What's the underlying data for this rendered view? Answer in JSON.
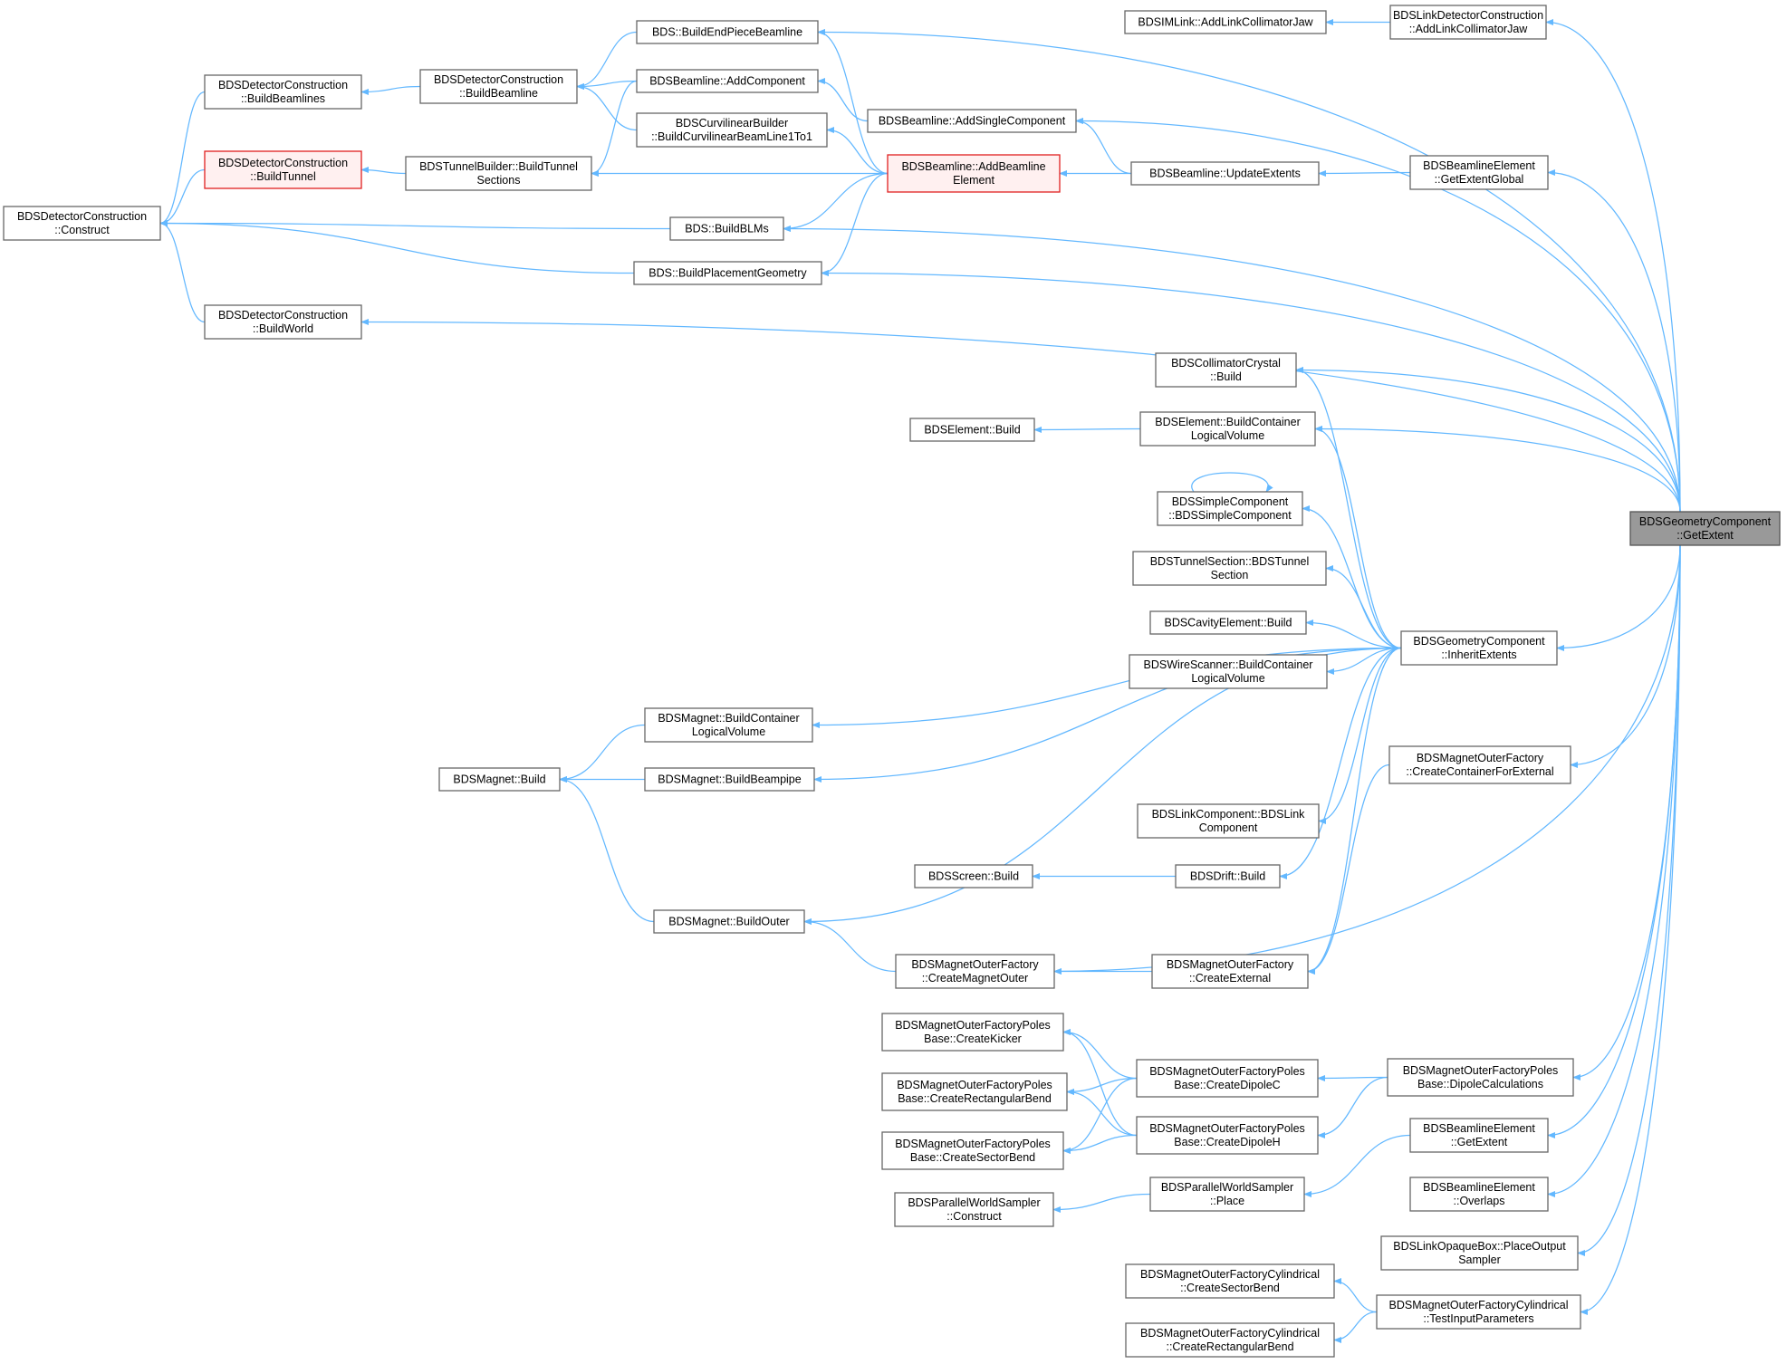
{
  "colors": {
    "edge": "#63b8ff",
    "node_border": "#666666",
    "highlight_border": "#e02020",
    "highlight_fill": "#fff0f0",
    "target_fill": "#999999"
  },
  "nodes": [
    {
      "id": "getextent",
      "lines": [
        "BDSGeometryComponent",
        "::GetExtent"
      ],
      "style": "target"
    },
    {
      "id": "inherit",
      "lines": [
        "BDSGeometryComponent",
        "::InheritExtents"
      ]
    },
    {
      "id": "linkcoll",
      "lines": [
        "BDSLinkDetectorConstruction",
        "::AddLinkCollimatorJaw"
      ]
    },
    {
      "id": "imlink",
      "lines": [
        "BDSIMLink::AddLinkCollimatorJaw"
      ]
    },
    {
      "id": "endpiece",
      "lines": [
        "BDS::BuildEndPieceBeamline"
      ]
    },
    {
      "id": "addcomp",
      "lines": [
        "BDSBeamline::AddComponent"
      ]
    },
    {
      "id": "addsingle",
      "lines": [
        "BDSBeamline::AddSingleComponent"
      ]
    },
    {
      "id": "curvi",
      "lines": [
        "BDSCurvilinearBuilder",
        "::BuildCurvilinearBeamLine1To1"
      ]
    },
    {
      "id": "addbl",
      "lines": [
        "BDSBeamline::AddBeamline",
        "Element"
      ],
      "style": "hl"
    },
    {
      "id": "updext",
      "lines": [
        "BDSBeamline::UpdateExtents"
      ]
    },
    {
      "id": "getextglobal",
      "lines": [
        "BDSBeamlineElement",
        "::GetExtentGlobal"
      ]
    },
    {
      "id": "buildbl",
      "lines": [
        "BDSDetectorConstruction",
        "::BuildBeamline"
      ]
    },
    {
      "id": "buildbls",
      "lines": [
        "BDSDetectorConstruction",
        "::BuildBeamlines"
      ]
    },
    {
      "id": "buildtunnel",
      "lines": [
        "BDSDetectorConstruction",
        "::BuildTunnel"
      ],
      "style": "hl"
    },
    {
      "id": "tunnelsec",
      "lines": [
        "BDSTunnelBuilder::BuildTunnel",
        "Sections"
      ]
    },
    {
      "id": "construct",
      "lines": [
        "BDSDetectorConstruction",
        "::Construct"
      ]
    },
    {
      "id": "blms",
      "lines": [
        "BDS::BuildBLMs"
      ]
    },
    {
      "id": "placement",
      "lines": [
        "BDS::BuildPlacementGeometry"
      ]
    },
    {
      "id": "buildworld",
      "lines": [
        "BDSDetectorConstruction",
        "::BuildWorld"
      ]
    },
    {
      "id": "crystal",
      "lines": [
        "BDSCollimatorCrystal",
        "::Build"
      ]
    },
    {
      "id": "elemcont",
      "lines": [
        "BDSElement::BuildContainer",
        "LogicalVolume"
      ]
    },
    {
      "id": "elembuild",
      "lines": [
        "BDSElement::Build"
      ]
    },
    {
      "id": "simple",
      "lines": [
        "BDSSimpleComponent",
        "::BDSSimpleComponent"
      ]
    },
    {
      "id": "tunsection",
      "lines": [
        "BDSTunnelSection::BDSTunnel",
        "Section"
      ]
    },
    {
      "id": "cavity",
      "lines": [
        "BDSCavityElement::Build"
      ]
    },
    {
      "id": "wire",
      "lines": [
        "BDSWireScanner::BuildContainer",
        "LogicalVolume"
      ]
    },
    {
      "id": "magcont",
      "lines": [
        "BDSMagnet::BuildContainer",
        "LogicalVolume"
      ]
    },
    {
      "id": "magbuild",
      "lines": [
        "BDSMagnet::Build"
      ]
    },
    {
      "id": "beampipe",
      "lines": [
        "BDSMagnet::BuildBeampipe"
      ]
    },
    {
      "id": "createcont",
      "lines": [
        "BDSMagnetOuterFactory",
        "::CreateContainerForExternal"
      ]
    },
    {
      "id": "linkcomp",
      "lines": [
        "BDSLinkComponent::BDSLink",
        "Component"
      ]
    },
    {
      "id": "screen",
      "lines": [
        "BDSScreen::Build"
      ]
    },
    {
      "id": "drift",
      "lines": [
        "BDSDrift::Build"
      ]
    },
    {
      "id": "outer",
      "lines": [
        "BDSMagnet::BuildOuter"
      ]
    },
    {
      "id": "magouter",
      "lines": [
        "BDSMagnetOuterFactory",
        "::CreateMagnetOuter"
      ]
    },
    {
      "id": "external",
      "lines": [
        "BDSMagnetOuterFactory",
        "::CreateExternal"
      ]
    },
    {
      "id": "kicker",
      "lines": [
        "BDSMagnetOuterFactoryPoles",
        "Base::CreateKicker"
      ]
    },
    {
      "id": "dipolec",
      "lines": [
        "BDSMagnetOuterFactoryPoles",
        "Base::CreateDipoleC"
      ]
    },
    {
      "id": "dipcalc",
      "lines": [
        "BDSMagnetOuterFactoryPoles",
        "Base::DipoleCalculations"
      ]
    },
    {
      "id": "rectbend",
      "lines": [
        "BDSMagnetOuterFactoryPoles",
        "Base::CreateRectangularBend"
      ]
    },
    {
      "id": "dipoleh",
      "lines": [
        "BDSMagnetOuterFactoryPoles",
        "Base::CreateDipoleH"
      ]
    },
    {
      "id": "sectorbend",
      "lines": [
        "BDSMagnetOuterFactoryPoles",
        "Base::CreateSectorBend"
      ]
    },
    {
      "id": "bleext",
      "lines": [
        "BDSBeamlineElement",
        "::GetExtent"
      ]
    },
    {
      "id": "pwplace",
      "lines": [
        "BDSParallelWorldSampler",
        "::Place"
      ]
    },
    {
      "id": "pwconstruct",
      "lines": [
        "BDSParallelWorldSampler",
        "::Construct"
      ]
    },
    {
      "id": "overlaps",
      "lines": [
        "BDSBeamlineElement",
        "::Overlaps"
      ]
    },
    {
      "id": "opaque",
      "lines": [
        "BDSLinkOpaqueBox::PlaceOutput",
        "Sampler"
      ]
    },
    {
      "id": "cylsector",
      "lines": [
        "BDSMagnetOuterFactoryCylindrical",
        "::CreateSectorBend"
      ]
    },
    {
      "id": "cyltest",
      "lines": [
        "BDSMagnetOuterFactoryCylindrical",
        "::TestInputParameters"
      ]
    },
    {
      "id": "cylrect",
      "lines": [
        "BDSMagnetOuterFactoryCylindrical",
        "::CreateRectangularBend"
      ]
    }
  ],
  "edges": [
    [
      "imlink",
      "linkcoll"
    ],
    [
      "linkcoll",
      "getextent"
    ],
    [
      "endpiece",
      "getextent"
    ],
    [
      "addsingle",
      "getextent"
    ],
    [
      "addcomp",
      "addsingle"
    ],
    [
      "addsingle",
      "updext"
    ],
    [
      "addbl",
      "updext"
    ],
    [
      "updext",
      "getextglobal"
    ],
    [
      "getextglobal",
      "getextent"
    ],
    [
      "buildbl",
      "endpiece"
    ],
    [
      "buildbl",
      "addcomp"
    ],
    [
      "buildbl",
      "curvi"
    ],
    [
      "buildbls",
      "buildbl"
    ],
    [
      "construct",
      "buildbls"
    ],
    [
      "construct",
      "buildtunnel"
    ],
    [
      "buildtunnel",
      "tunnelsec"
    ],
    [
      "tunnelsec",
      "addcomp"
    ],
    [
      "tunnelsec",
      "addbl"
    ],
    [
      "endpiece",
      "addbl"
    ],
    [
      "curvi",
      "addbl"
    ],
    [
      "blms",
      "addbl"
    ],
    [
      "placement",
      "addbl"
    ],
    [
      "construct",
      "blms"
    ],
    [
      "construct",
      "placement"
    ],
    [
      "construct",
      "buildworld"
    ],
    [
      "blms",
      "getextent"
    ],
    [
      "placement",
      "getextent"
    ],
    [
      "buildworld",
      "getextent"
    ],
    [
      "crystal",
      "getextent"
    ],
    [
      "elemcont",
      "getextent"
    ],
    [
      "elembuild",
      "elemcont"
    ],
    [
      "crystal",
      "inherit"
    ],
    [
      "elemcont",
      "inherit"
    ],
    [
      "simple",
      "simple"
    ],
    [
      "simple",
      "inherit"
    ],
    [
      "tunsection",
      "inherit"
    ],
    [
      "cavity",
      "inherit"
    ],
    [
      "wire",
      "inherit"
    ],
    [
      "magcont",
      "inherit"
    ],
    [
      "beampipe",
      "inherit"
    ],
    [
      "linkcomp",
      "inherit"
    ],
    [
      "drift",
      "inherit"
    ],
    [
      "outer",
      "inherit"
    ],
    [
      "external",
      "inherit"
    ],
    [
      "inherit",
      "getextent"
    ],
    [
      "magbuild",
      "magcont"
    ],
    [
      "magbuild",
      "beampipe"
    ],
    [
      "magbuild",
      "outer"
    ],
    [
      "outer",
      "magouter"
    ],
    [
      "magouter",
      "external"
    ],
    [
      "external",
      "createcont"
    ],
    [
      "createcont",
      "getextent"
    ],
    [
      "magouter",
      "getextent"
    ],
    [
      "screen",
      "drift"
    ],
    [
      "kicker",
      "dipolec"
    ],
    [
      "kicker",
      "dipoleh"
    ],
    [
      "rectbend",
      "dipolec"
    ],
    [
      "rectbend",
      "dipoleh"
    ],
    [
      "sectorbend",
      "dipolec"
    ],
    [
      "sectorbend",
      "dipoleh"
    ],
    [
      "dipolec",
      "dipcalc"
    ],
    [
      "dipoleh",
      "dipcalc"
    ],
    [
      "dipcalc",
      "getextent"
    ],
    [
      "pwconstruct",
      "pwplace"
    ],
    [
      "pwplace",
      "bleext"
    ],
    [
      "bleext",
      "getextent"
    ],
    [
      "overlaps",
      "getextent"
    ],
    [
      "opaque",
      "getextent"
    ],
    [
      "cylsector",
      "cyltest"
    ],
    [
      "cylrect",
      "cyltest"
    ],
    [
      "cyltest",
      "getextent"
    ]
  ]
}
